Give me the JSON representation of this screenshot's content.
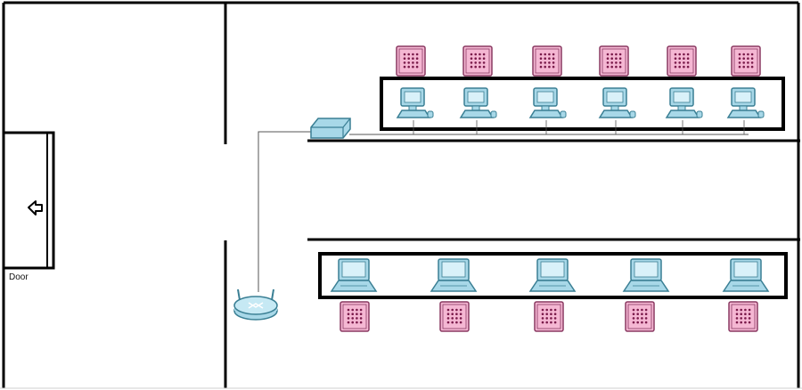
{
  "door": {
    "label": "Door",
    "icon": "arrow-left-icon"
  },
  "colors": {
    "wall": "#000000",
    "cable": "#555555",
    "device_fill": "#a8d8e8",
    "device_stroke": "#3a7f94",
    "phone_fill": "#f5b7d3",
    "phone_stroke": "#8a3a62",
    "phone_key": "#7a1a4a"
  },
  "devices": {
    "switch": {
      "icon": "switch-icon"
    },
    "router": {
      "icon": "wireless-router-icon"
    },
    "desktop_row": {
      "icon": "desktop-pc-icon",
      "count": 6
    },
    "desk_phones_top": {
      "icon": "ip-phone-icon",
      "count": 6
    },
    "laptop_row": {
      "icon": "laptop-icon",
      "count": 5
    },
    "desk_phones_bottom": {
      "icon": "ip-phone-icon",
      "count": 5
    }
  }
}
